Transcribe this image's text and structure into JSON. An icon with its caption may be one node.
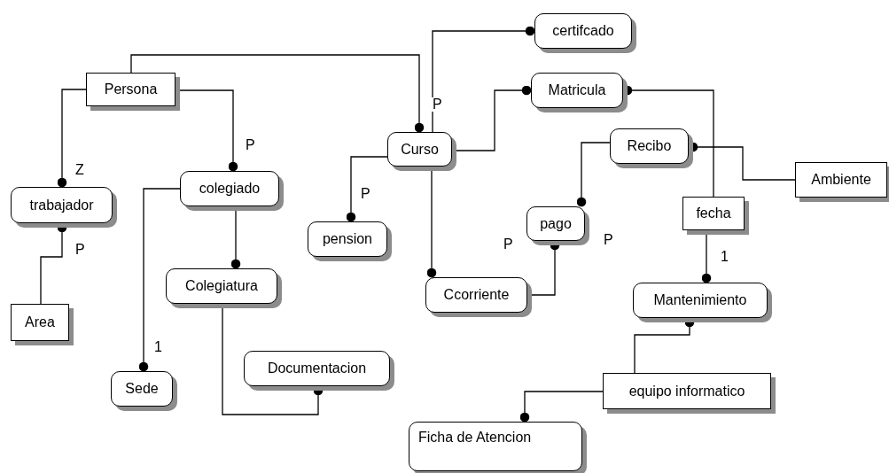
{
  "diagram": {
    "nodes": [
      {
        "text": [
          "certifcado"
        ]
      },
      {
        "text": [
          "Persona"
        ]
      },
      {
        "text": [
          "Matricula"
        ]
      },
      {
        "text": [
          "Curso"
        ]
      },
      {
        "text": [
          "Recibo"
        ]
      },
      {
        "text": [
          "Ambiente"
        ]
      },
      {
        "text": [
          "trabajador"
        ]
      },
      {
        "text": [
          "colegiado"
        ]
      },
      {
        "text": [
          "fecha"
        ]
      },
      {
        "text": [
          "pension"
        ]
      },
      {
        "text": [
          "pago"
        ]
      },
      {
        "text": [
          "Colegiatura"
        ]
      },
      {
        "text": [
          "Ccorriente"
        ]
      },
      {
        "text": [
          "Mantenimiento"
        ]
      },
      {
        "text": [
          "Area"
        ]
      },
      {
        "text": [
          "Documentacion"
        ]
      },
      {
        "text": [
          "Sede"
        ]
      },
      {
        "text": [
          "equipo informatico"
        ]
      },
      {
        "text": [
          "Ficha de Atencion"
        ]
      }
    ],
    "edges": [
      {
        "from": 1,
        "to": 3,
        "arrow": "other"
      },
      {
        "from": 3,
        "to": 0,
        "arrow": "other"
      },
      {
        "from": 1,
        "to": 6,
        "arrow": "other",
        "label": "Z"
      },
      {
        "from": 1,
        "to": 7,
        "arrow": "other",
        "label": "P"
      },
      {
        "from": 14,
        "to": 6,
        "arrow": "other",
        "label": "P"
      },
      {
        "from": 7,
        "to": 16,
        "arrow": "other",
        "label": "1"
      },
      {
        "from": 7,
        "to": 11,
        "arrow": "other"
      },
      {
        "from": 11,
        "to": 15,
        "arrow": "other"
      },
      {
        "from": 3,
        "to": 9,
        "arrow": "other",
        "label": "P"
      },
      {
        "from": 3,
        "to": 2,
        "arrow": "other"
      },
      {
        "from": 3,
        "to": 12,
        "arrow": "other"
      },
      {
        "from": 8,
        "to": 2,
        "arrow": "other"
      },
      {
        "from": 4,
        "to": 10,
        "arrow": "other"
      },
      {
        "from": 5,
        "to": 4,
        "arrow": "other"
      },
      {
        "from": 12,
        "to": 10,
        "arrow": "other"
      },
      {
        "from": 8,
        "to": 13,
        "arrow": "other",
        "label": "1"
      },
      {
        "from": 17,
        "to": 13,
        "arrow": "other"
      },
      {
        "from": 17,
        "to": 18,
        "arrow": "other"
      }
    ],
    "labels": [
      "P",
      "P",
      "P"
    ]
  }
}
